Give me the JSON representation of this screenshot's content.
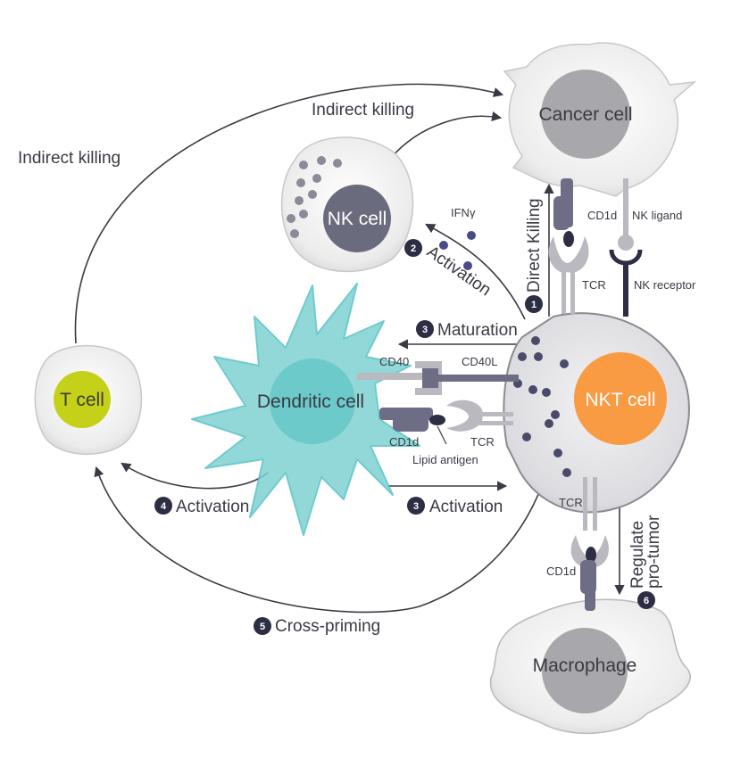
{
  "colors": {
    "nkt_nucleus": "#f89b43",
    "t_nucleus": "#c5d119",
    "dendritic_body": "#7fd2d2",
    "dendritic_outline": "#57c3c6",
    "dendritic_nucleus": "#6ccacb",
    "nk_nucleus": "#6b6b7e",
    "cancer_nucleus": "#a8a8ac",
    "macrophage_nucleus": "#a8a8ac",
    "granule": "#4a4a6a",
    "badge": "#2d2d44",
    "receptor_dark": "#6d6d85",
    "receptor_light": "#b9b9bf",
    "arrow": "#3a3a44"
  },
  "cells": {
    "cancer": "Cancer cell",
    "nk": "NK cell",
    "t": "T cell",
    "dendritic": "Dendritic cell",
    "nkt": "NKT cell",
    "macrophage": "Macrophage"
  },
  "labels": {
    "indirect_killing_left": "Indirect killing",
    "indirect_killing_top": "Indirect killing",
    "ifn": "IFNγ",
    "activation_nk": "Activation",
    "direct_killing": "Direct Killing",
    "cd1d_cancer": "CD1d",
    "nk_ligand": "NK ligand",
    "tcr_cancer": "TCR",
    "nk_receptor": "NK receptor",
    "maturation": "Maturation",
    "cd40": "CD40",
    "cd40l": "CD40L",
    "cd1d_dc": "CD1d",
    "tcr_dc": "TCR",
    "lipid_antigen": "Lipid antigen",
    "activation_t": "Activation",
    "activation_nkt": "Activation",
    "tcr_mac": "TCR",
    "cd1d_mac": "CD1d",
    "regulate": "Regulate",
    "pro_tumor": "pro-tumor",
    "cross_priming": "Cross-priming"
  },
  "steps": {
    "direct": "1",
    "nk_activation": "2",
    "maturation": "3",
    "nkt_activation": "3",
    "t_activation": "4",
    "cross_priming": "5",
    "regulate": "6"
  }
}
